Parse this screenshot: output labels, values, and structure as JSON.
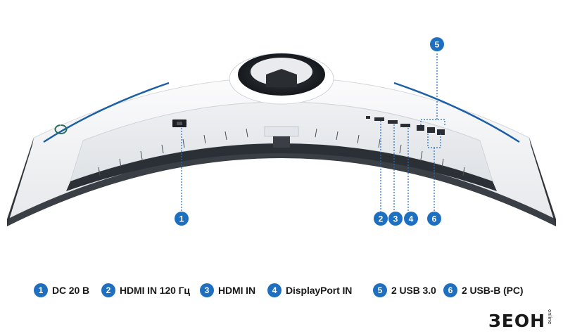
{
  "callouts": [
    {
      "num": "1",
      "label": "DC 20 В"
    },
    {
      "num": "2",
      "label": "HDMI IN 120 Гц"
    },
    {
      "num": "3",
      "label": "HDMI IN"
    },
    {
      "num": "4",
      "label": "DisplayPort IN"
    },
    {
      "num": "5",
      "label": "2 USB 3.0"
    },
    {
      "num": "6",
      "label": "2 USB-B (PC)"
    }
  ],
  "brand": {
    "main": "ЗЕОН",
    "side": "online"
  },
  "colors": {
    "accent": "#1f6fc0",
    "monitor_body": "#f4f5f7",
    "vent": "#2b2f36",
    "edge_accent": "#1a5fa8"
  }
}
